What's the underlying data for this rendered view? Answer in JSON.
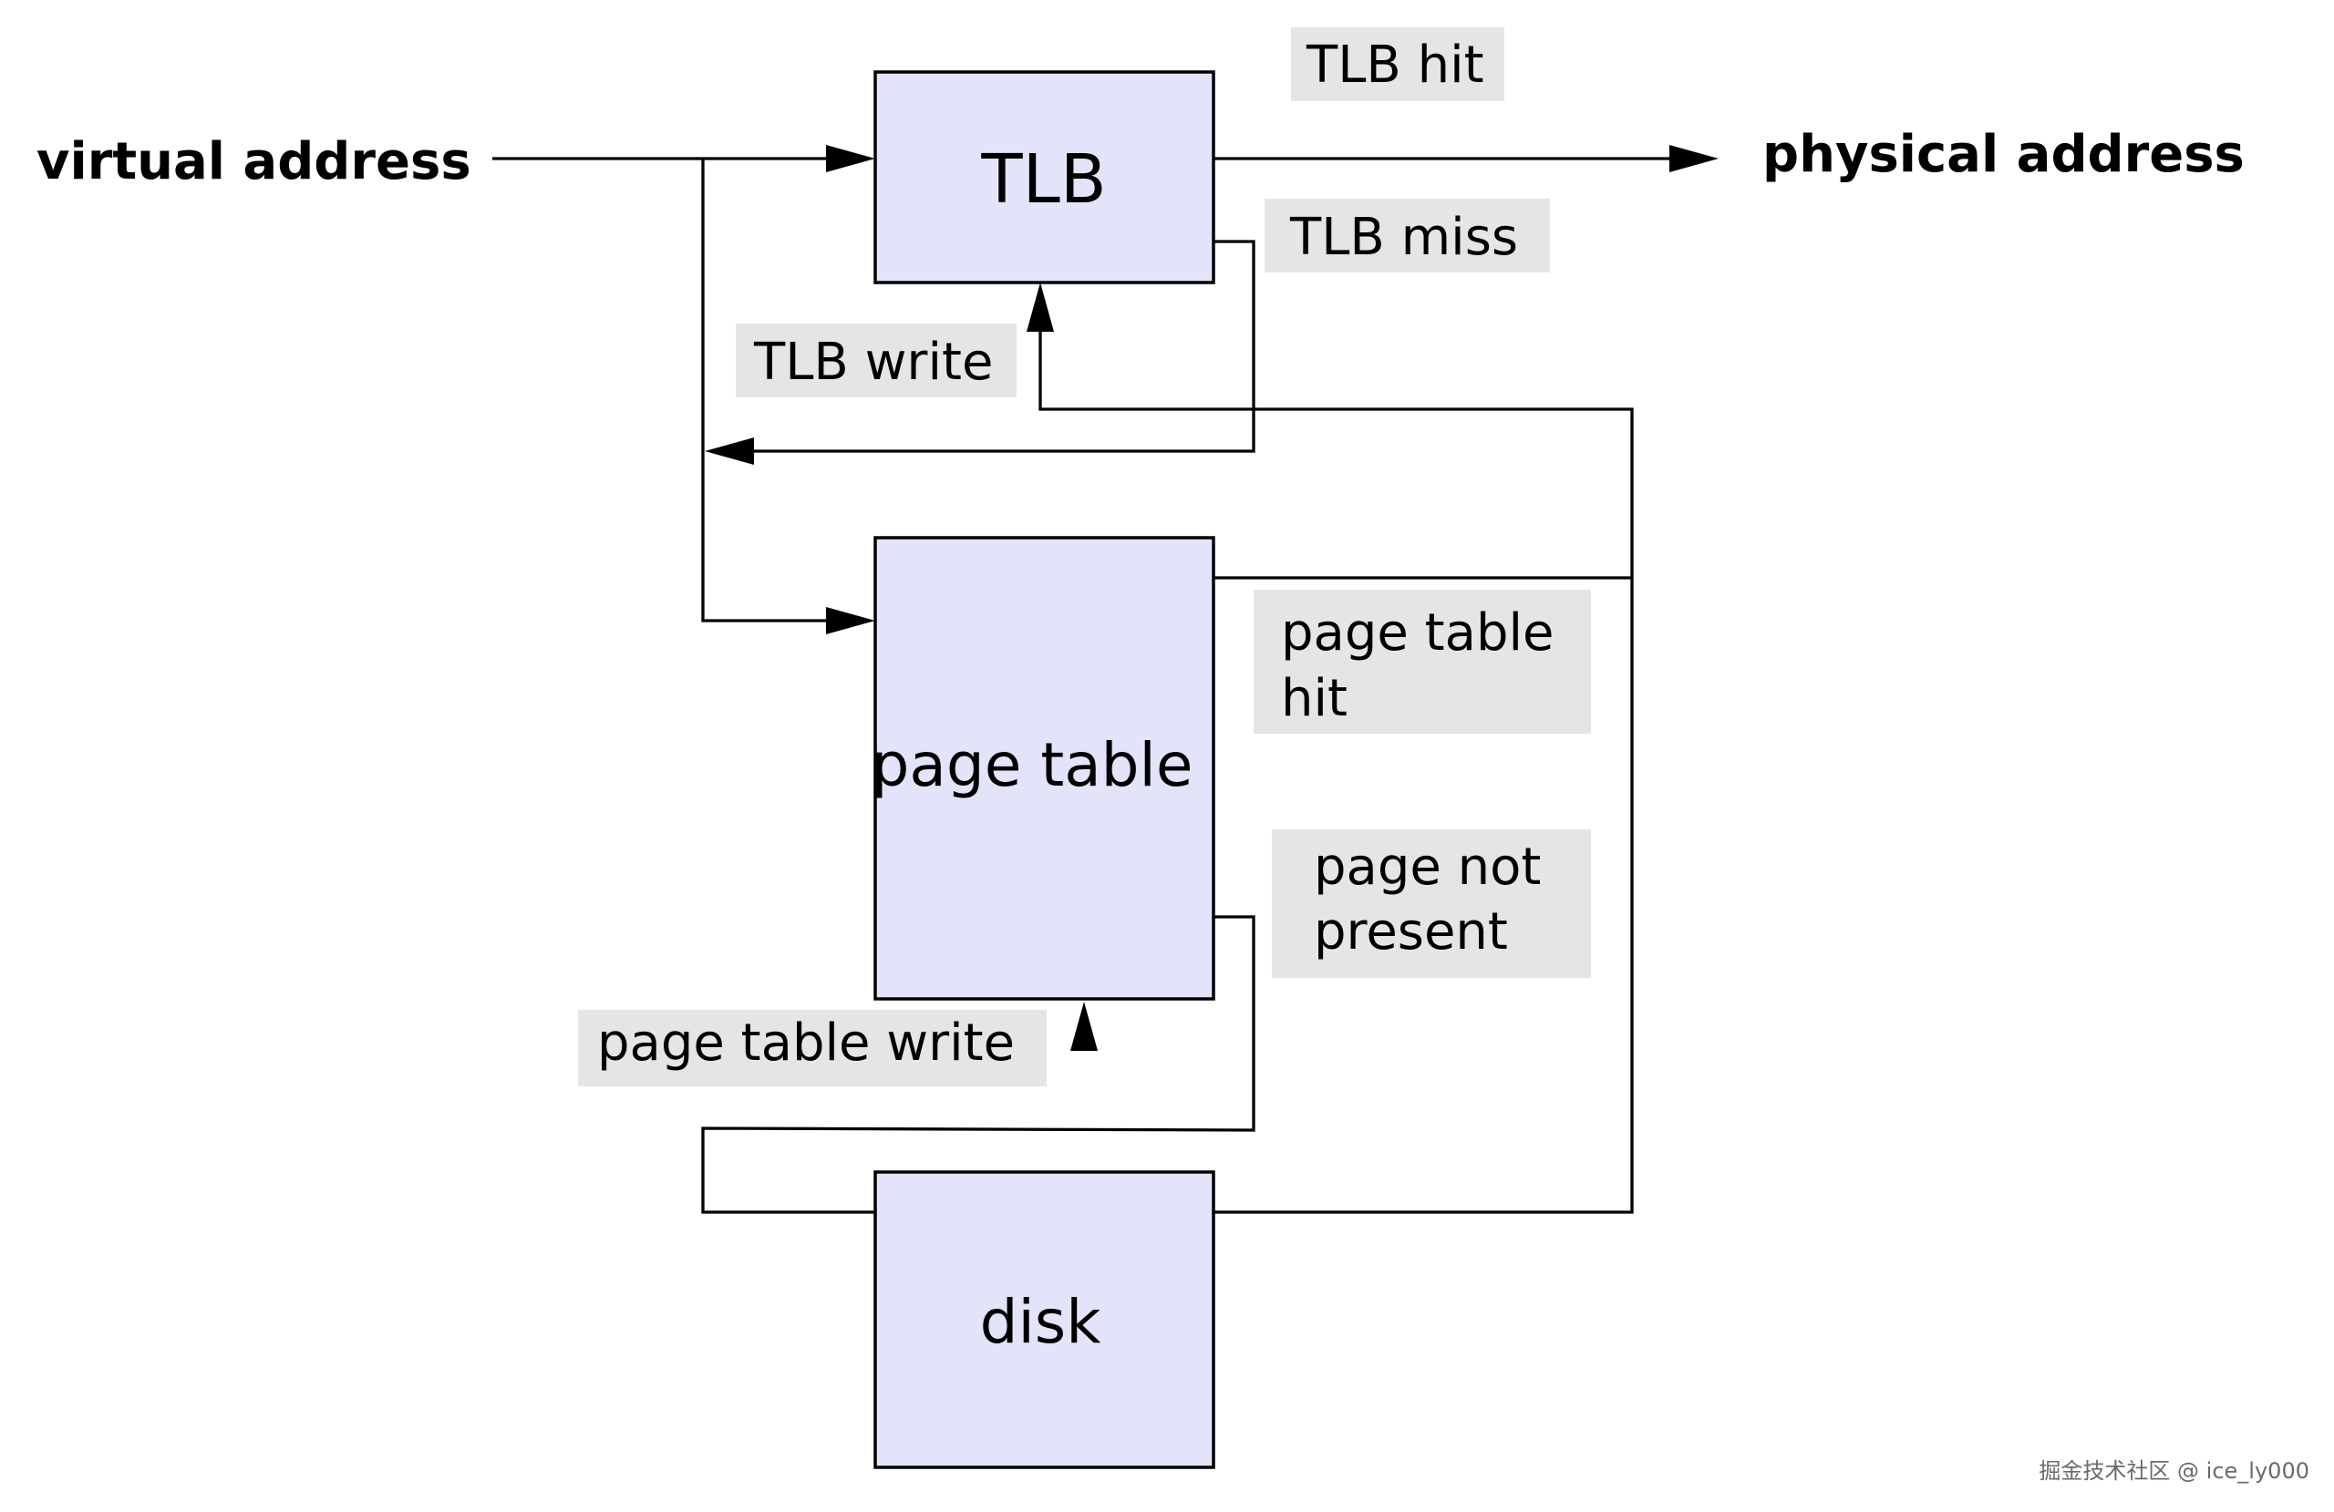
{
  "labels": {
    "virtual_address": "virtual address",
    "physical_address": "physical address",
    "tlb_hit": "TLB hit",
    "tlb_miss": "TLB miss",
    "tlb_write": "TLB write",
    "page_table_hit_line1": "page table",
    "page_table_hit_line2": "hit",
    "page_not_present_line1": "page not",
    "page_not_present_line2": "present",
    "page_table_write": "page table write"
  },
  "nodes": {
    "tlb": "TLB",
    "page_table": "page table",
    "disk": "disk"
  },
  "watermark": "掘金技术社区 @ ice_ly000",
  "colors": {
    "box_fill": "#e3e3fa",
    "tag_fill": "#e5e5e5",
    "line": "#000000"
  }
}
